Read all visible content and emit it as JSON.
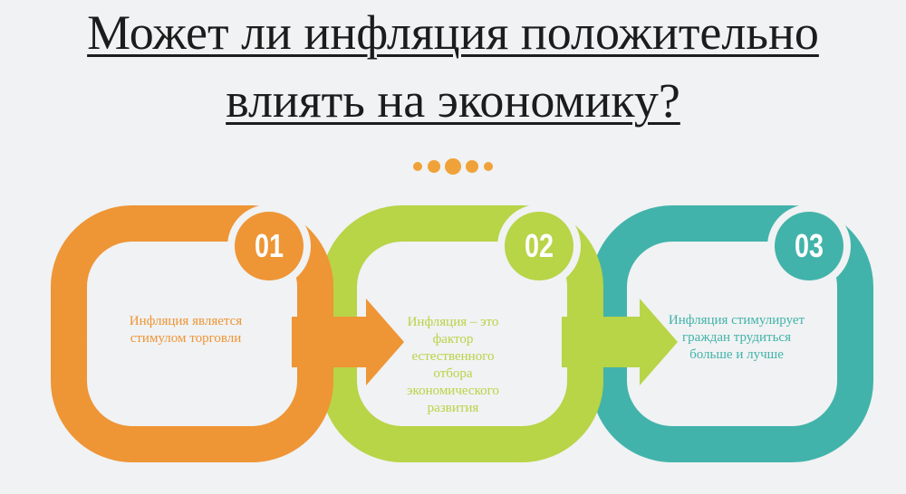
{
  "title": {
    "line1": "Может ли инфляция положительно",
    "line2": "влиять на экономику?"
  },
  "colors": {
    "background": "#f0f2f3",
    "dots": "#f0a23a",
    "step1": "#ee9535",
    "step2": "#b8d447",
    "step3": "#42b3aa"
  },
  "steps": [
    {
      "number": "01",
      "text": "Инфляция является стимулом торговли"
    },
    {
      "number": "02",
      "text": "Инфляция – это фактор естественного отбора экономического развития"
    },
    {
      "number": "03",
      "text": "Инфляция стимулирует граждан трудиться больше и лучше"
    }
  ]
}
